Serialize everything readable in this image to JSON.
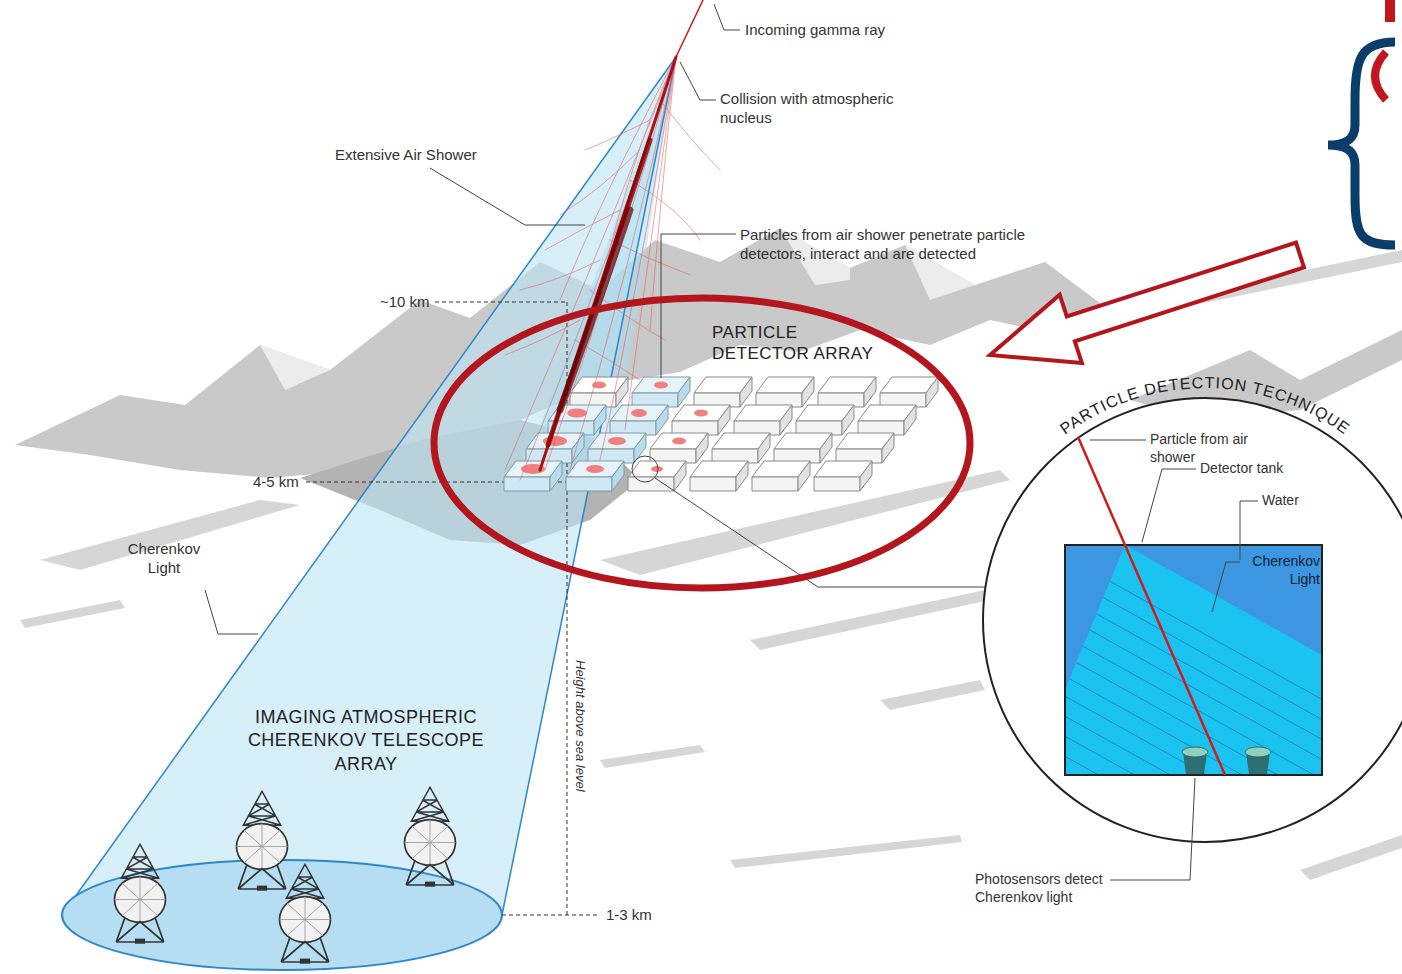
{
  "diagram": {
    "labels": [
      "Incoming gamma ray",
      "Collision with atmospheric nucleus",
      "Extensive Air Shower",
      "Particles from air shower penetrate particle detectors, interact and are detected",
      "~10 km",
      "PARTICLE DETECTOR ARRAY",
      "4-5 km",
      "Cherenkov Light",
      "IMAGING ATMOSPHERIC CHERENKOV TELESCOPE ARRAY",
      "Height above sea level",
      "1-3 km",
      "PARTICLE DETECTION TECHNIQUE",
      "Particle from air shower",
      "Detector tank",
      "Water",
      "Cherenkov Light",
      "Photosensors detect Cherenkov light"
    ]
  }
}
